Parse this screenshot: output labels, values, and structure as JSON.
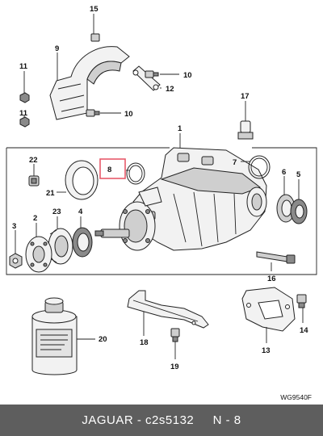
{
  "callouts": {
    "c15": "15",
    "c9": "9",
    "c11a": "11",
    "c10a": "10",
    "c12": "12",
    "c11b": "11",
    "c10b": "10",
    "c17": "17",
    "c1": "1",
    "c22": "22",
    "c8": "8",
    "c7": "7",
    "c6": "6",
    "c5": "5",
    "c21": "21",
    "c2": "2",
    "c23": "23",
    "c4": "4",
    "c3": "3",
    "c16": "16",
    "c20": "20",
    "c18": "18",
    "c19": "19",
    "c13": "13",
    "c14": "14"
  },
  "highlight_color": "#e85a6a",
  "diagram_code": "WG9540F",
  "footer": {
    "text": "JAGUAR - c2s5132     N - 8",
    "bg_color": "#5e5e5e"
  }
}
